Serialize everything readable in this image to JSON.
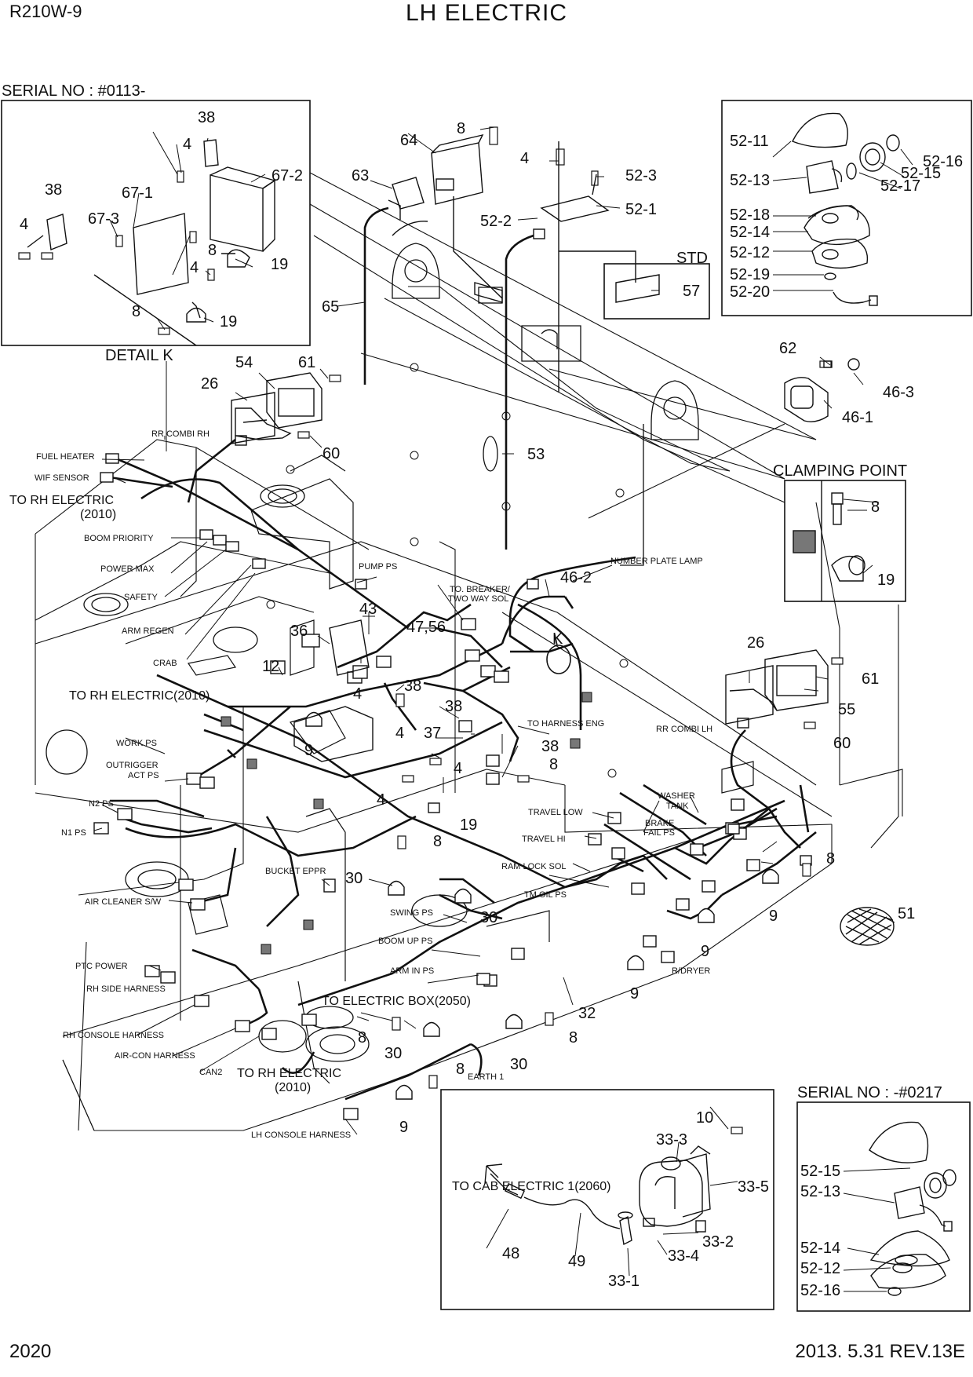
{
  "header": {
    "model": "R210W-9",
    "title": "LH ELECTRIC"
  },
  "footer": {
    "page_number": "2020",
    "revision": "2013. 5.31  REV.13E"
  },
  "panels": {
    "serial_top": "SERIAL NO : #0113-",
    "detail_k": "DETAIL K",
    "std": "STD",
    "clamping_point": "CLAMPING POINT",
    "serial_bottom": "SERIAL NO : -#0217"
  },
  "part_numbers": {
    "p38": "38",
    "p4": "4",
    "p67_2": "67-2",
    "p67_1": "67-1",
    "p67_3": "67-3",
    "p8": "8",
    "p19": "19",
    "p64": "64",
    "p63": "63",
    "p65": "65",
    "p52_1": "52-1",
    "p52_2": "52-2",
    "p52_3": "52-3",
    "p57": "57",
    "p53": "53",
    "p52_11": "52-11",
    "p52_12": "52-12",
    "p52_13": "52-13",
    "p52_14": "52-14",
    "p52_15": "52-15",
    "p52_16": "52-16",
    "p52_17": "52-17",
    "p52_18": "52-18",
    "p52_19": "52-19",
    "p52_20": "52-20",
    "p62": "62",
    "p46_1": "46-1",
    "p46_2": "46-2",
    "p46_3": "46-3",
    "p54": "54",
    "p61": "61",
    "p26": "26",
    "p60": "60",
    "p55": "55",
    "p43": "43",
    "p47_56": "47,56",
    "p36": "36",
    "p12": "12",
    "p9": "9",
    "p37": "37",
    "p30": "30",
    "p32": "32",
    "p51": "51",
    "k": "K",
    "p10": "10",
    "p33_1": "33-1",
    "p33_2": "33-2",
    "p33_3": "33-3",
    "p33_4": "33-4",
    "p33_5": "33-5",
    "p48": "48",
    "p49": "49"
  },
  "callouts": {
    "rr_combi_rh": "RR COMBI RH",
    "fuel_heater": "FUEL HEATER",
    "wif_sensor": "WIF SENSOR",
    "to_rh_electric_1": "TO RH ELECTRIC",
    "ref_2010_1": "(2010)",
    "boom_priority": "BOOM PRIORITY",
    "power_max": "POWER MAX",
    "safety": "SAFETY",
    "arm_regen": "ARM REGEN",
    "crab": "CRAB",
    "to_rh_electric_2": "TO RH ELECTRIC(2010)",
    "work_ps": "WORK PS",
    "outrigger_act_ps_1": "OUTRIGGER",
    "outrigger_act_ps_2": "ACT PS",
    "n2_ps": "N2 PS",
    "n1_ps": "N1 PS",
    "air_cleaner_sw": "AIR CLEANER S/W",
    "ptc_power": "PTC POWER",
    "rh_side_harness": "RH SIDE HARNESS",
    "rh_console_harness": "RH CONSOLE HARNESS",
    "air_con_harness": "AIR-CON HARNESS",
    "can2": "CAN2",
    "to_rh_electric_3": "TO RH ELECTRIC",
    "ref_2010_3": "(2010)",
    "lh_console_harness": "LH CONSOLE HARNESS",
    "pump_ps": "PUMP PS",
    "to_breaker_1": "TO. BREAKER/",
    "to_breaker_2": "TWO WAY SOL",
    "number_plate_lamp": "NUMBER PLATE LAMP",
    "to_harness_eng": "TO HARNESS ENG",
    "rr_combi_lh": "RR COMBI LH",
    "washer_tank_1": "WASHER",
    "washer_tank_2": "TANK",
    "travel_low": "TRAVEL LOW",
    "brake_fail_ps_1": "BRAKE",
    "brake_fail_ps_2": "FAIL PS",
    "travel_hi": "TRAVEL HI",
    "ram_lock_sol": "RAM LOCK SOL",
    "tm_oil_ps": "TM OIL PS",
    "bucket_eppr": "BUCKET EPPR",
    "swing_ps": "SWING PS",
    "boom_up_ps": "BOOM UP PS",
    "arm_in_ps": "ARM IN PS",
    "to_electric_box": "TO ELECTRIC BOX(2050)",
    "earth1": "EARTH 1",
    "r_dryer": "R/DRYER",
    "to_cab_electric": "TO CAB ELECTRIC 1(2060)"
  },
  "colors": {
    "ink": "#111111",
    "clamp_fill": "#777777",
    "paper": "#ffffff"
  }
}
